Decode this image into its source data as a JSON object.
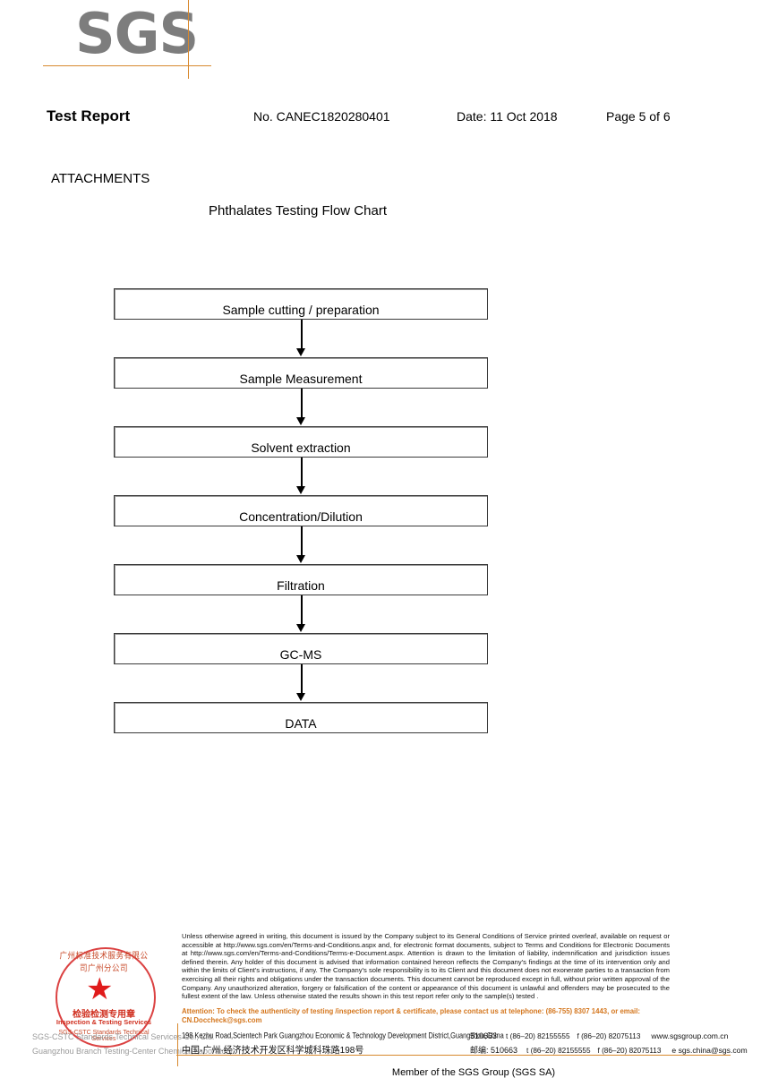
{
  "logo": {
    "wordmark": "SGS"
  },
  "header": {
    "title": "Test Report",
    "report_no": "No. CANEC1820280401",
    "date": "Date: 11 Oct 2018",
    "page": "Page 5 of 6"
  },
  "section": {
    "attachments_heading": "ATTACHMENTS",
    "flowchart_title": "Phthalates Testing Flow Chart"
  },
  "flowchart": {
    "steps": [
      {
        "label": "Sample cutting / preparation"
      },
      {
        "label": "Sample Measurement"
      },
      {
        "label": "Solvent extraction"
      },
      {
        "label": "Concentration/Dilution"
      },
      {
        "label": "Filtration"
      },
      {
        "label": "GC-MS"
      },
      {
        "label": "DATA"
      }
    ]
  },
  "footer": {
    "seal": {
      "arc_top": "广州标准技术服务有限公司广州分公司",
      "cn_text": "检验检测专用章",
      "en_text": "Inspection & Testing Services",
      "bottom_arc": "SGS-CSTC Standards Technical Services",
      "gray_line_1": "SGS-CSTC Standards Technical Services Co., Ltd.",
      "gray_line_2": "Guangzhou Branch Testing-Center Chemical Laboratory."
    },
    "disclaimer": "Unless otherwise agreed in writing, this document is issued by the Company subject to its General Conditions of Service printed overleaf, available on request or accessible at http://www.sgs.com/en/Terms-and-Conditions.aspx and, for electronic format documents, subject to Terms and Conditions for Electronic Documents at http://www.sgs.com/en/Terms-and-Conditions/Terms-e-Document.aspx. Attention is drawn to the limitation of liability, indemnification and jurisdiction issues defined therein. Any holder of this document is advised that information contained hereon reflects the Company's findings at the time of its intervention only and within the limits of Client's instructions, if any. The Company's sole responsibility is to its Client and this document does not exonerate parties to a transaction from exercising all their rights and obligations under the transaction documents. This document cannot be reproduced except in full, without prior written approval of the Company. Any unauthorized alteration, forgery or falsification of the content or appearance of this document is unlawful and offenders may be prosecuted to the fullest extent of the law. Unless otherwise stated the results shown in this test report refer only to the sample(s) tested .",
    "attention": "Attention: To check the authenticity of testing /inspection report & certificate, please contact us at telephone: (86-755) 8307 1443, or email: CN.Doccheck@sgs.com",
    "address_en": {
      "street": "198 Kezhu Road,Scientech Park Guangzhou Economic & Technology Development District,Guangzhou,China",
      "zip": "510663",
      "tel": "t (86–20) 82155555",
      "fax": "f (86–20) 82075113",
      "web": "www.sgsgroup.com.cn"
    },
    "address_cn": {
      "street": "中国·广州·经济技术开发区科学城科珠路198号",
      "zip": "邮编: 510663",
      "tel": "t (86–20) 82155555",
      "fax": "f (86–20) 82075113",
      "web": "e sgs.china@sgs.com"
    },
    "member": "Member of the SGS Group (SGS SA)"
  },
  "colors": {
    "accent_orange": "#d8892e",
    "logo_gray": "#7d7d7d",
    "seal_red": "#d62828",
    "attention_orange": "#d4761d"
  }
}
